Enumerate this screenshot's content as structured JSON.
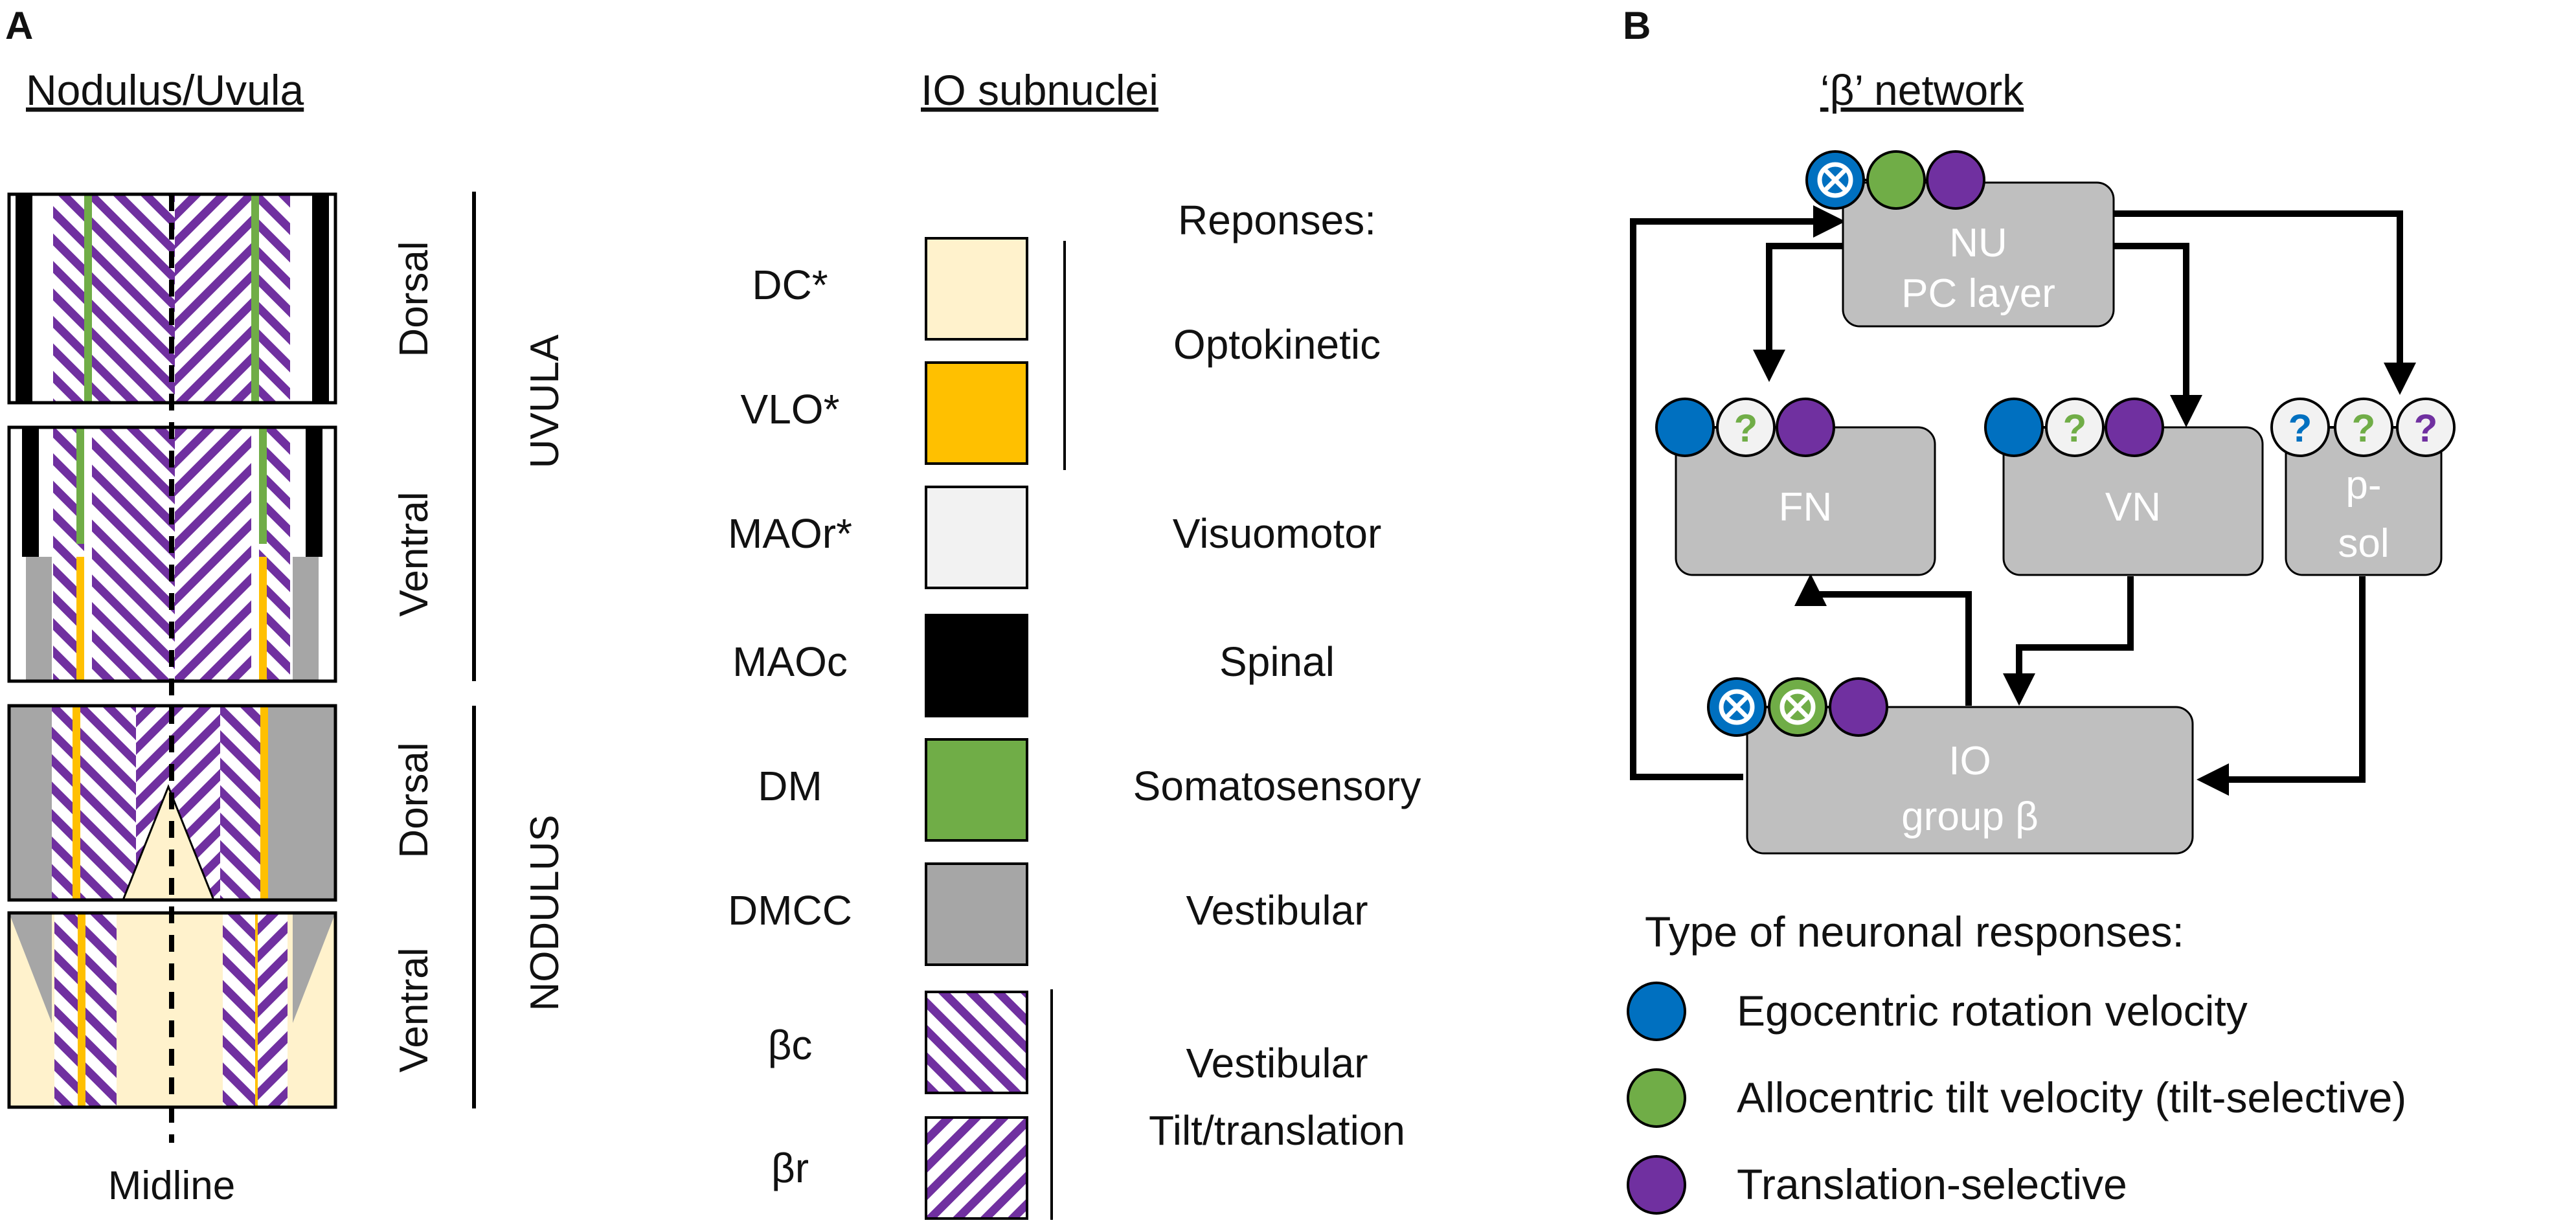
{
  "colors": {
    "dc": "#FFF2CC",
    "vlo": "#FFC000",
    "maor": "#F2F2F2",
    "maoc": "#000000",
    "dm": "#70AD47",
    "dmcc": "#A6A6A6",
    "beta_stripe": "#7030A0",
    "egocentric": "#0070C0",
    "allocentric": "#70AD47",
    "translation": "#7030A0",
    "node_fill": "#BFBFBF",
    "question_bg": "#F2F2F2"
  },
  "panel_a": {
    "letter": "A",
    "nu_title": "Nodulus/Uvula",
    "io_title": "IO subnuclei",
    "responses_header": "Reponses:",
    "midline_label": "Midline",
    "uvula_label": "UVULA",
    "nodulus_label": "NODULUS",
    "region_labels": [
      "Dorsal",
      "Ventral",
      "Dorsal",
      "Ventral"
    ],
    "subnuclei": [
      {
        "name": "DC*",
        "color": "#FFF2CC",
        "pattern": "solid"
      },
      {
        "name": "VLO*",
        "color": "#FFC000",
        "pattern": "solid"
      },
      {
        "name": "MAOr*",
        "color": "#F2F2F2",
        "pattern": "solid"
      },
      {
        "name": "MAOc",
        "color": "#000000",
        "pattern": "solid"
      },
      {
        "name": "DM",
        "color": "#70AD47",
        "pattern": "solid"
      },
      {
        "name": "DMCC",
        "color": "#A6A6A6",
        "pattern": "solid"
      },
      {
        "name": "βc",
        "color": "#7030A0",
        "pattern": "stripe-c"
      },
      {
        "name": "βr",
        "color": "#7030A0",
        "pattern": "stripe-r"
      }
    ],
    "responses": [
      "Optokinetic",
      "Visuomotor",
      "Spinal",
      "Somatosensory",
      "Vestibular",
      "Vestibular",
      "Tilt/translation"
    ]
  },
  "panel_b": {
    "letter": "B",
    "title": "‘β’ network",
    "nodes": {
      "nu": [
        "NU",
        "PC layer"
      ],
      "fn": "FN",
      "vn": "VN",
      "psol": [
        "p-",
        "sol"
      ],
      "io": [
        "IO",
        "group β"
      ]
    },
    "question_mark": "?",
    "legend_title": "Type of neuronal responses:",
    "legend": [
      {
        "label": "Egocentric rotation velocity",
        "color": "#0070C0"
      },
      {
        "label": "Allocentric tilt velocity (tilt-selective)",
        "color": "#70AD47"
      },
      {
        "label": "Translation-selective",
        "color": "#7030A0"
      }
    ]
  }
}
